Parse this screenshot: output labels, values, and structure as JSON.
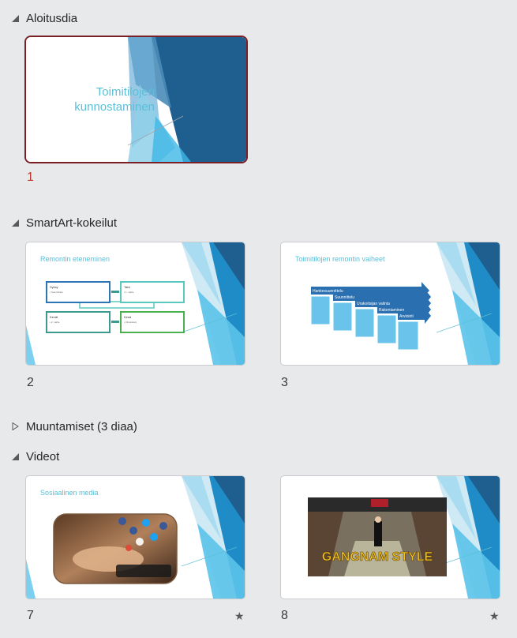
{
  "sections": [
    {
      "name": "Aloitusdia",
      "expanded": true
    },
    {
      "name": "SmartArt-kokeilut",
      "expanded": true
    },
    {
      "name": "Muuntamiset (3 diaa)",
      "expanded": false
    },
    {
      "name": "Videot",
      "expanded": true
    }
  ],
  "slides": [
    {
      "number": "1",
      "title": "Toimitilojen kunnostaminen",
      "selected": true
    },
    {
      "number": "2",
      "title": "Remontin eteneminen",
      "smartart": {
        "boxes": [
          {
            "title": "Syksy",
            "text": "• Suunnittelu"
          },
          {
            "title": "Talvi",
            "text": "• 1. vaihe"
          },
          {
            "title": "Kevät",
            "text": "• 2. vaihe"
          },
          {
            "title": "Kesä",
            "text": "• Viimeistely"
          }
        ]
      }
    },
    {
      "number": "3",
      "title": "Toimitilojen remontin vaiheet",
      "steps": [
        "Hankesuunnittelu",
        "Suunnittelu",
        "Urakoitsijan valinta",
        "Rakentaminen",
        "Arviointi"
      ]
    },
    {
      "number": "7",
      "title": "Sosiaalinen media",
      "has_animation": true
    },
    {
      "number": "8",
      "title": "",
      "has_animation": true,
      "image_label": "GANGNAM STYLE"
    }
  ],
  "icons": {
    "expanded": "triangle-down-icon",
    "collapsed": "triangle-right-icon",
    "animation": "star-icon"
  },
  "colors": {
    "accent": "#5bbfd8",
    "selected_border": "#7b1f24",
    "selected_number": "#c0392b",
    "dark_blue": "#1f5f8f"
  }
}
